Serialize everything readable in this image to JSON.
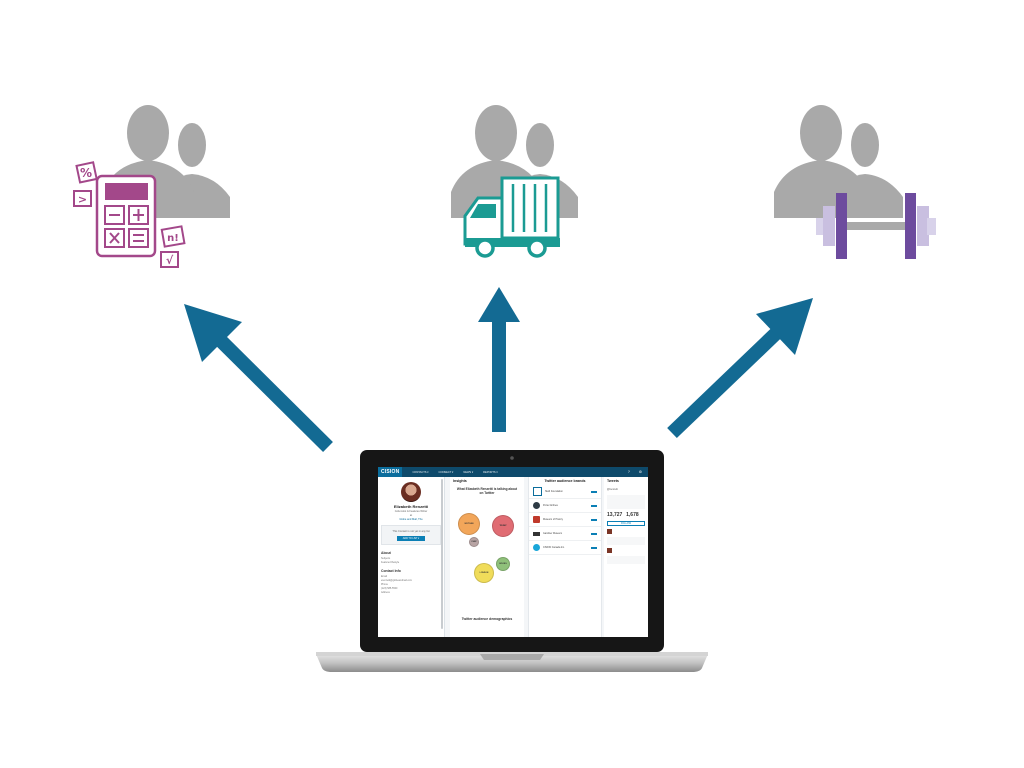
{
  "colors": {
    "arrow": "#136a93",
    "person": "#a9a9a9",
    "calculator": "#a3488a",
    "truck": "#1b9b93",
    "dumbbell": "#6d4b9e",
    "dumbbell_light": "#c9bfe0",
    "laptop_body": "#c8c8c8",
    "cision_blue": "#0b6d9c"
  },
  "icons": {
    "left": "users-calculator-icon",
    "middle": "users-truck-icon",
    "right": "users-dumbbell-icon",
    "calc_tiles": [
      "%",
      ">",
      "n!",
      "√"
    ]
  },
  "app": {
    "logo": "CISION",
    "nav": [
      "CONTACTS ▾",
      "CONNECT ▾",
      "NEWS ▾",
      "REPORTS ▾"
    ],
    "profile": {
      "name": "Elizabeth Renzetti",
      "role": "Columnist & Features Writer",
      "at": "at",
      "outlet": "Globe and Mail, The",
      "list_notice": "This Contact is not yet in any list",
      "list_button": "ADD TO LIST ▾",
      "about_title": "About",
      "about_lines": [
        "Subjects",
        "Featured lifestyle"
      ],
      "contact_title": "Contact Info",
      "contact_lines": [
        "Email",
        "erenzetti@globeandmail.com",
        "Phone",
        "(123) 585-5500",
        "Address"
      ]
    },
    "insights": {
      "title": "Insights",
      "heading": "What Elizabeth Renzetti is talking about on Twitter",
      "bubbles": [
        "WOTGEN",
        "TRUMP",
        "CHEF",
        "LONDON",
        "BOOKS"
      ],
      "demographics": "Twitter audience demographics"
    },
    "brands": {
      "title": "Twitter audience brands",
      "items": [
        "Skoll Foundation",
        "Porter Airlines",
        "Museum of History",
        "Gardiner Museum",
        "CISION Canada Inc."
      ]
    },
    "tweets": {
      "title": "Tweets",
      "handle": "@lrenzetti",
      "stats": [
        "13,727",
        "1,678"
      ],
      "follow": "FOLLOW"
    }
  }
}
